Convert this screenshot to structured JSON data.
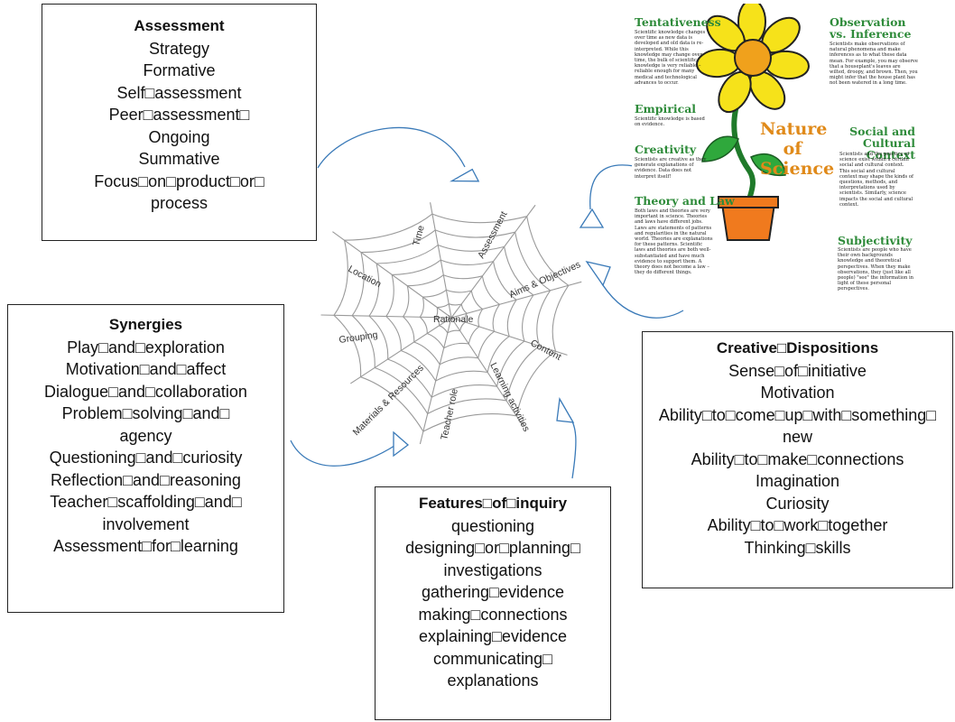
{
  "assessment": {
    "title": "Assessment",
    "lines": [
      "Strategy",
      "Formative",
      "Self□assessment",
      "Peer□assessment□",
      "Ongoing",
      "Summative",
      "Focus□on□product□or□",
      "process"
    ]
  },
  "synergies": {
    "title": "Synergies",
    "lines": [
      "Play□and□exploration",
      "Motivation□and□affect",
      "Dialogue□and□collaboration",
      "Problem□solving□and□",
      "agency",
      "Questioning□and□curiosity",
      "Reflection□and□reasoning",
      "Teacher□scaffolding□and□",
      "involvement",
      "Assessment□for□learning"
    ]
  },
  "creative": {
    "title": "Creative□Dispositions",
    "lines": [
      "Sense□of□initiative",
      "Motivation",
      "Ability□to□come□up□with□something□",
      "new",
      "Ability□to□make□connections",
      "Imagination",
      "Curiosity",
      "Ability□to□work□together",
      "Thinking□skills"
    ]
  },
  "inquiry": {
    "title": "Features□of□inquiry",
    "lines": [
      "questioning",
      "designing□or□planning□",
      "investigations",
      "gathering□evidence",
      "making□connections",
      "explaining□evidence",
      "communicating□",
      "explanations"
    ]
  },
  "web": {
    "center": "Rationale",
    "spokes": [
      "Time",
      "Assessment",
      "Aims & Objectives",
      "Content",
      "Learning activities",
      "Teacher role",
      "Materials & Resources",
      "Grouping",
      "Location"
    ]
  },
  "poster": {
    "center": [
      "Nature",
      "of",
      "Science"
    ],
    "sections": {
      "tentativeness": {
        "title": "Tentativeness",
        "text": "Scientific knowledge changes over time as new data is developed and old data is re-interpreted. While this knowledge may change over time, the bulk of scientific knowledge is very reliable – reliable enough for many medical and technological advances to occur."
      },
      "observation": {
        "title": "Observation vs. Inference",
        "text": "Scientists make observations of natural phenomena and make inferences as to what these data mean. For example, you may observe that a houseplant's leaves are wilted, droopy, and brown. Then, you might infer that the house plant has not been watered in a long time."
      },
      "empirical": {
        "title": "Empirical",
        "text": "Scientific knowledge is based on evidence."
      },
      "social": {
        "title": "Social and Cultural Context",
        "text": "Scientists and the practice of science exist within a certain social and cultural context. This social and cultural context may shape the kinds of questions, methods, and interpretations used by scientists. Similarly, science impacts the social and cultural context."
      },
      "creativity": {
        "title": "Creativity",
        "text": "Scientists are creative as they generate explanations of evidence. Data does not interpret itself!"
      },
      "theory": {
        "title": "Theory and Law",
        "text": "Both laws and theories are very important in science. Theories and laws have different jobs. Laws are statements of patterns and regularities in the natural world. Theories are explanations for these patterns. Scientific laws and theories are both well-substantiated and have much evidence to support them. A theory does not become a law – they do different things."
      },
      "subjectivity": {
        "title": "Subjectivity",
        "text": "Scientists are people who have their own backgrounds knowledge and theoretical perspectives. When they make observations, they (just like all people) \"see\" the information in light of these personal perspectives."
      }
    }
  },
  "colors": {
    "arrow": "#3a7ab8",
    "poster_title": "#2e8b3a",
    "nos_text": "#e08a1a",
    "petal": "#f6e21a",
    "pot": "#f07a1e"
  }
}
